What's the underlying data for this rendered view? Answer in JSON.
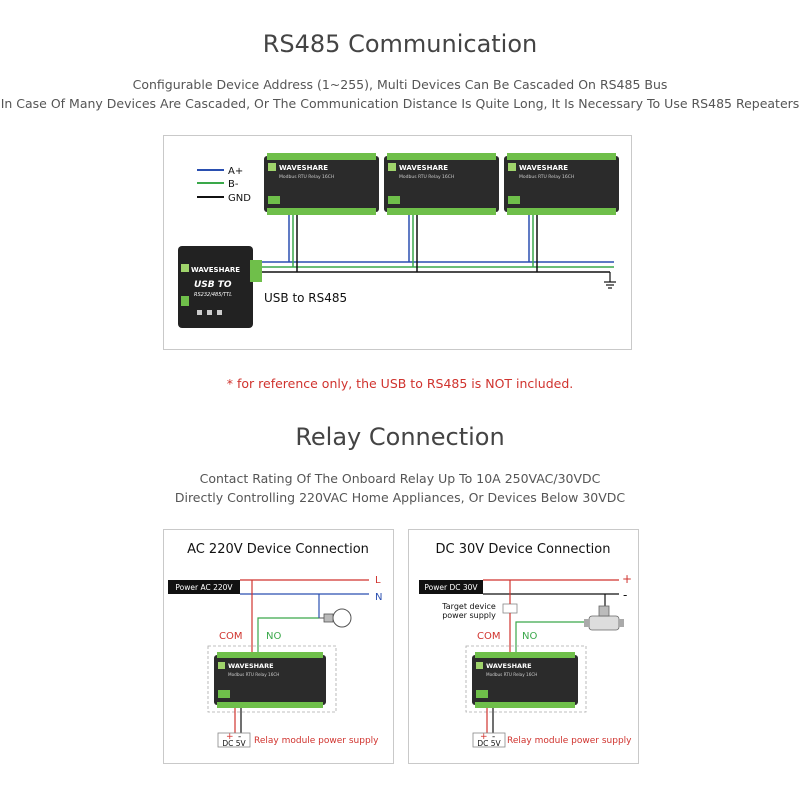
{
  "section1": {
    "title": "RS485 Communication",
    "line1": "Configurable Device Address (1~255), Multi Devices Can Be Cascaded On RS485 Bus",
    "line2": "In Case Of Many Devices Are Cascaded, Or The Communication Distance Is Quite Long, It Is Necessary To Use RS485 Repeaters",
    "legend": {
      "a": "A+",
      "b": "B-",
      "gnd": "GND"
    },
    "usb_label": "USB to RS485",
    "converter": {
      "brand": "WAVESHARE",
      "line1": "USB TO",
      "line2": "RS232/485/TTL"
    },
    "relay": {
      "brand": "WAVESHARE",
      "model": "Modbus RTU Relay 16CH"
    },
    "colors": {
      "a": "#2a4fb0",
      "b": "#3aa84a",
      "gnd": "#111111"
    }
  },
  "note": "* for reference only, the USB to RS485 is NOT included.",
  "section2": {
    "title": "Relay Connection",
    "line1": "Contact Rating Of The Onboard Relay Up To 10A 250VAC/30VDC",
    "line2": "Directly Controlling 220VAC Home Appliances, Or Devices Below 30VDC"
  },
  "ac": {
    "title": "AC 220V Device Connection",
    "power": "Power AC 220V",
    "l": "L",
    "n": "N",
    "com": "COM",
    "no": "NO",
    "plus": "+",
    "minus": "-",
    "dc": "DC 5V",
    "supply": "Relay module power supply"
  },
  "dc": {
    "title": "DC 30V Device Connection",
    "power": "Power DC 30V",
    "plus": "+",
    "minus": "-",
    "target1": "Target device",
    "target2": "power supply",
    "com": "COM",
    "no": "NO",
    "dc": "DC 5V",
    "supply": "Relay module power supply"
  }
}
